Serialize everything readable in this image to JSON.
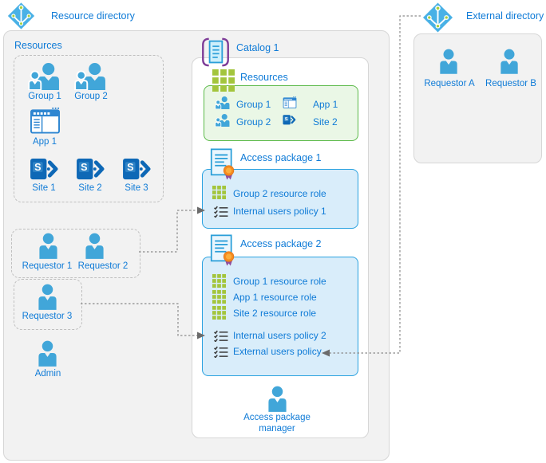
{
  "titles": {
    "resource_directory": "Resource directory",
    "external_directory": "External directory",
    "resources_panel": "Resources",
    "catalog": "Catalog 1",
    "catalog_resources": "Resources",
    "access_package_1": "Access package 1",
    "access_package_2": "Access package 2"
  },
  "resources": {
    "group1": "Group 1",
    "group2": "Group 2",
    "app1": "App 1",
    "site1": "Site 1",
    "site2": "Site 2",
    "site3": "Site 3"
  },
  "users": {
    "requestor1": "Requestor 1",
    "requestor2": "Requestor 2",
    "requestor3": "Requestor 3",
    "admin": "Admin",
    "requestor_a": "Requestor A",
    "requestor_b": "Requestor B",
    "manager_line1": "Access package",
    "manager_line2": "manager"
  },
  "package1": {
    "rows": [
      "Group 2 resource role",
      "Internal users policy 1"
    ]
  },
  "package2": {
    "rows": [
      "Group 1 resource role",
      "App 1 resource role",
      "Site 2 resource role",
      "Internal users policy 2",
      "External users policy"
    ]
  },
  "icons": {
    "azure-ad-icon": "light-blue diamond with white network nodes and green dots",
    "person-icon": "blue user silhouette",
    "group-icon": "two blue user silhouettes",
    "app-window-icon": "blue application window",
    "sharepoint-site-icon": "dark blue S block with chevron",
    "resource-grid-icon": "yellow-green 3x3 grid",
    "policy-checklist-icon": "dark checklist with ticks",
    "access-package-icon": "blue document with orange ribbon seal",
    "catalog-icon": "blue document between purple braces"
  },
  "colors": {
    "accent_text": "#0f7bd7",
    "person_blue": "#41a6d9",
    "grid_green": "#a3c53c",
    "green_box_fill": "#eaf7e6",
    "green_box_border": "#5cba4a",
    "blue_box_fill": "#d9edfa",
    "blue_box_border": "#2aa2e0",
    "panel_fill": "#f2f2f2",
    "sharepoint_blue": "#0e68b6",
    "seal_orange": "#f68b1f",
    "ribbon_purple": "#8e4f9f",
    "brace_purple": "#7e3d98",
    "connector_gray": "#8a8a8a"
  }
}
